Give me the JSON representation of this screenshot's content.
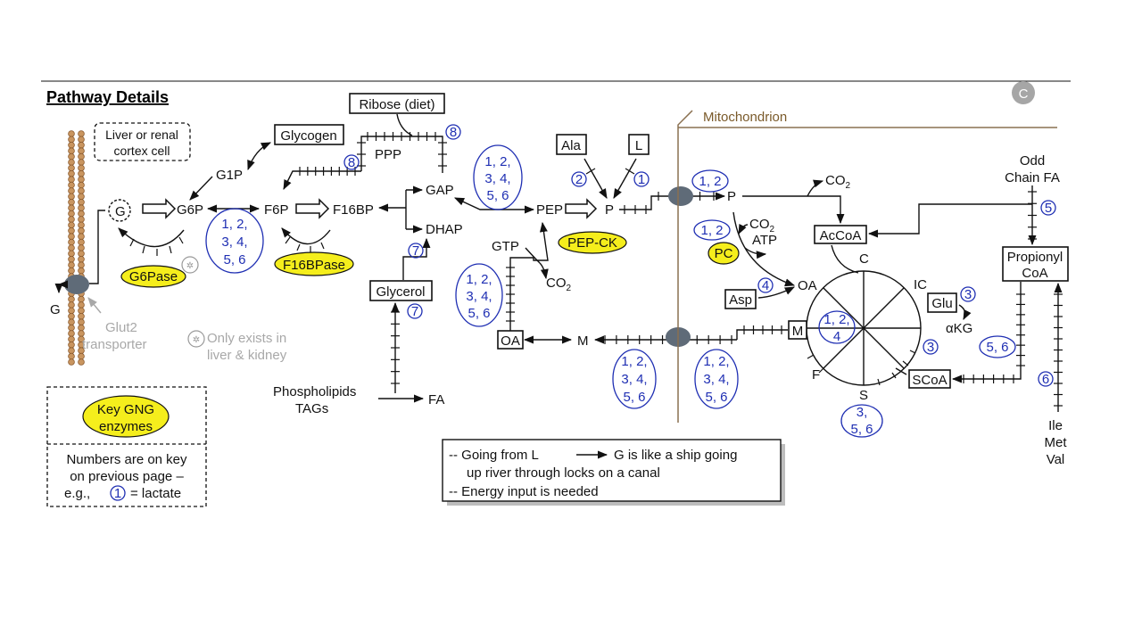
{
  "header": {
    "title": "Pathway Details",
    "badge": "C"
  },
  "labels": {
    "cell": [
      "Liver or renal",
      "cortex cell"
    ],
    "G_ext": "G",
    "G": "G",
    "G6P": "G6P",
    "G1P": "G1P",
    "Glycogen": "Glycogen",
    "F6P": "F6P",
    "F16BP": "F16BP",
    "Ribose": "Ribose (diet)",
    "PPP": "PPP",
    "GAP": "GAP",
    "DHAP": "DHAP",
    "PEP": "PEP",
    "P": "P",
    "Ala": "Ala",
    "L": "L",
    "GTP": "GTP",
    "CO2": "CO",
    "CO2_sub": "2",
    "OA": "OA",
    "M": "M",
    "Glycerol": "Glycerol",
    "phospholipids": [
      "Phospholipids",
      "TAGs"
    ],
    "FA": "FA",
    "mito": "Mitochondrion",
    "P_mito": "P",
    "AcCoA": "AcCoA",
    "ATP": "ATP",
    "Asp": "Asp",
    "OA_mito": "OA",
    "C": "C",
    "IC": "IC",
    "Glu": "Glu",
    "aKG": "αKG",
    "SCoA": "SCoA",
    "S": "S",
    "F": "F",
    "M_mito": "M",
    "oddFA": [
      "Odd",
      "Chain FA"
    ],
    "propionyl": [
      "Propionyl",
      "CoA"
    ],
    "ile": [
      "Ile",
      "Met",
      "Val"
    ]
  },
  "enzymes": {
    "G6Pase": "G6Pase",
    "F16BPase": "F16BPase",
    "PEPCK": "PEP-CK",
    "PC": "PC"
  },
  "transporter": {
    "label": [
      "Glut2",
      "transporter"
    ],
    "note": [
      "Only exists in",
      "liver & kidney"
    ]
  },
  "numbers": {
    "n123456": [
      "1, 2,",
      "3, 4,",
      "5, 6"
    ],
    "n12": "1, 2",
    "n124": [
      "1, 2,",
      "4"
    ],
    "n356": [
      "3,",
      "5, 6"
    ],
    "n56": "5, 6",
    "single": {
      "one": "1",
      "two": "2",
      "three": "3",
      "four": "4",
      "five": "5",
      "six": "6",
      "seven": "7",
      "eight": "8"
    }
  },
  "legend": {
    "key": [
      "Key GNG",
      "enzymes"
    ],
    "note": [
      "Numbers are on key",
      "on previous page –",
      "e.g.,",
      "= lactate"
    ],
    "note_num": "1"
  },
  "analogy": {
    "line1a": "-- Going from L",
    "line1b": "G is like a ship going",
    "line2": "up river through locks on a canal",
    "line3": "-- Energy input is needed"
  }
}
